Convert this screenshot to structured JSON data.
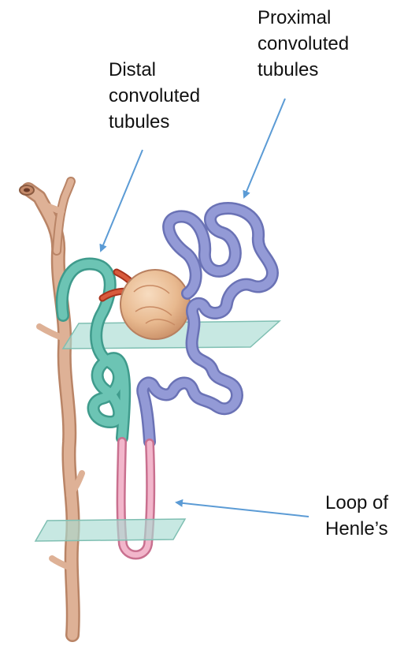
{
  "labels": {
    "proximal": [
      "Proximal",
      "convoluted",
      "tubules"
    ],
    "distal": [
      "Distal",
      "convoluted",
      "tubules"
    ],
    "loop": [
      "Loop of",
      "Henle’s"
    ]
  },
  "colors": {
    "arrow": "#5b9bd5",
    "collecting_duct": "#d9a88a",
    "distal_tubule": "#5fb8a8",
    "proximal_tubule": "#8a92cc",
    "loop_of_henle": "#e9a0bd",
    "glomerulus": "#e8b98f",
    "arteriole": "#c8452b",
    "section_plane": "#a9dcd2"
  }
}
